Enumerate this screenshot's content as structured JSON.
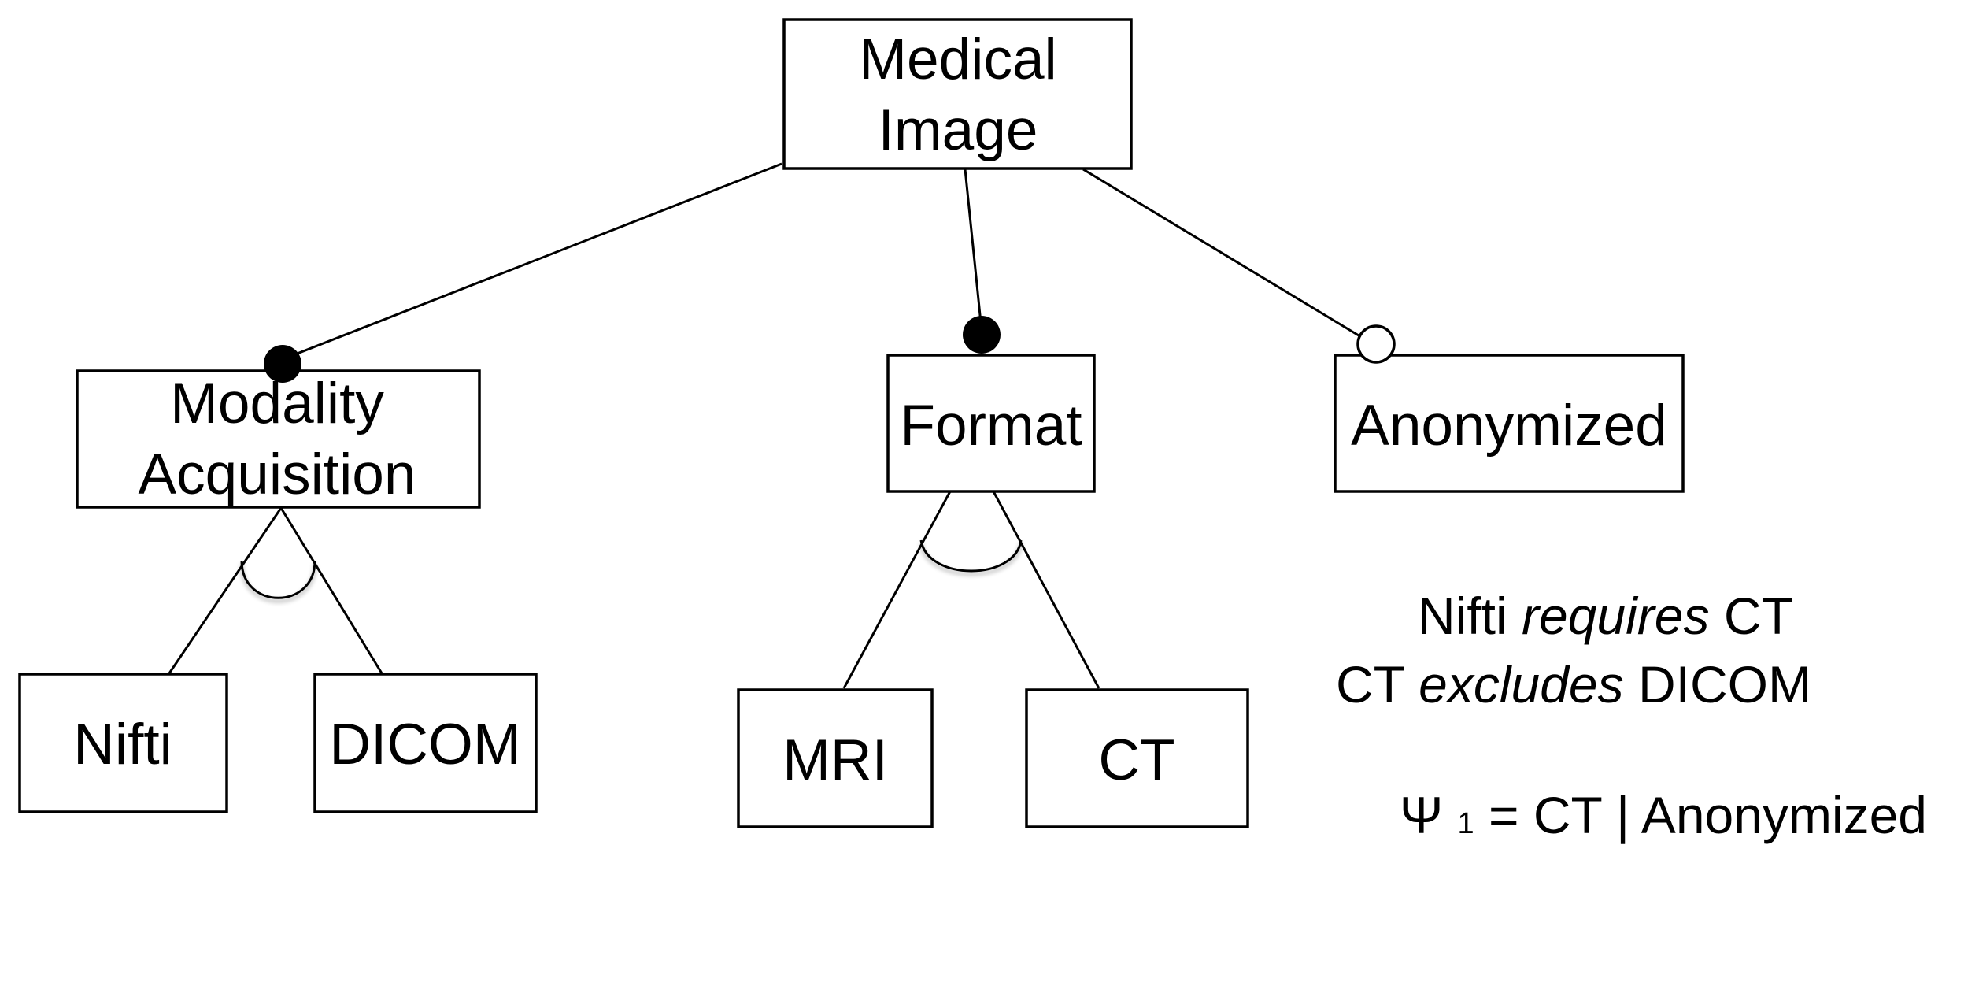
{
  "diagram": {
    "nodes": {
      "root": {
        "line1": "Medical",
        "line2": "Image"
      },
      "modality": {
        "line1": "Modality",
        "line2": "Acquisition"
      },
      "format": {
        "label": "Format"
      },
      "anonymized": {
        "label": "Anonymized"
      },
      "nifti": {
        "label": "Nifti"
      },
      "dicom": {
        "label": "DICOM"
      },
      "mri": {
        "label": "MRI"
      },
      "ct": {
        "label": "CT"
      }
    },
    "constraints": {
      "c1": {
        "left": "Nifti",
        "op": "requires",
        "right": "CT"
      },
      "c2": {
        "left": "CT",
        "op": "excludes",
        "right": "DICOM"
      },
      "psi": {
        "symbol": "Ψ",
        "subscript": "1",
        "expr": " = CT | Anonymized"
      }
    }
  }
}
